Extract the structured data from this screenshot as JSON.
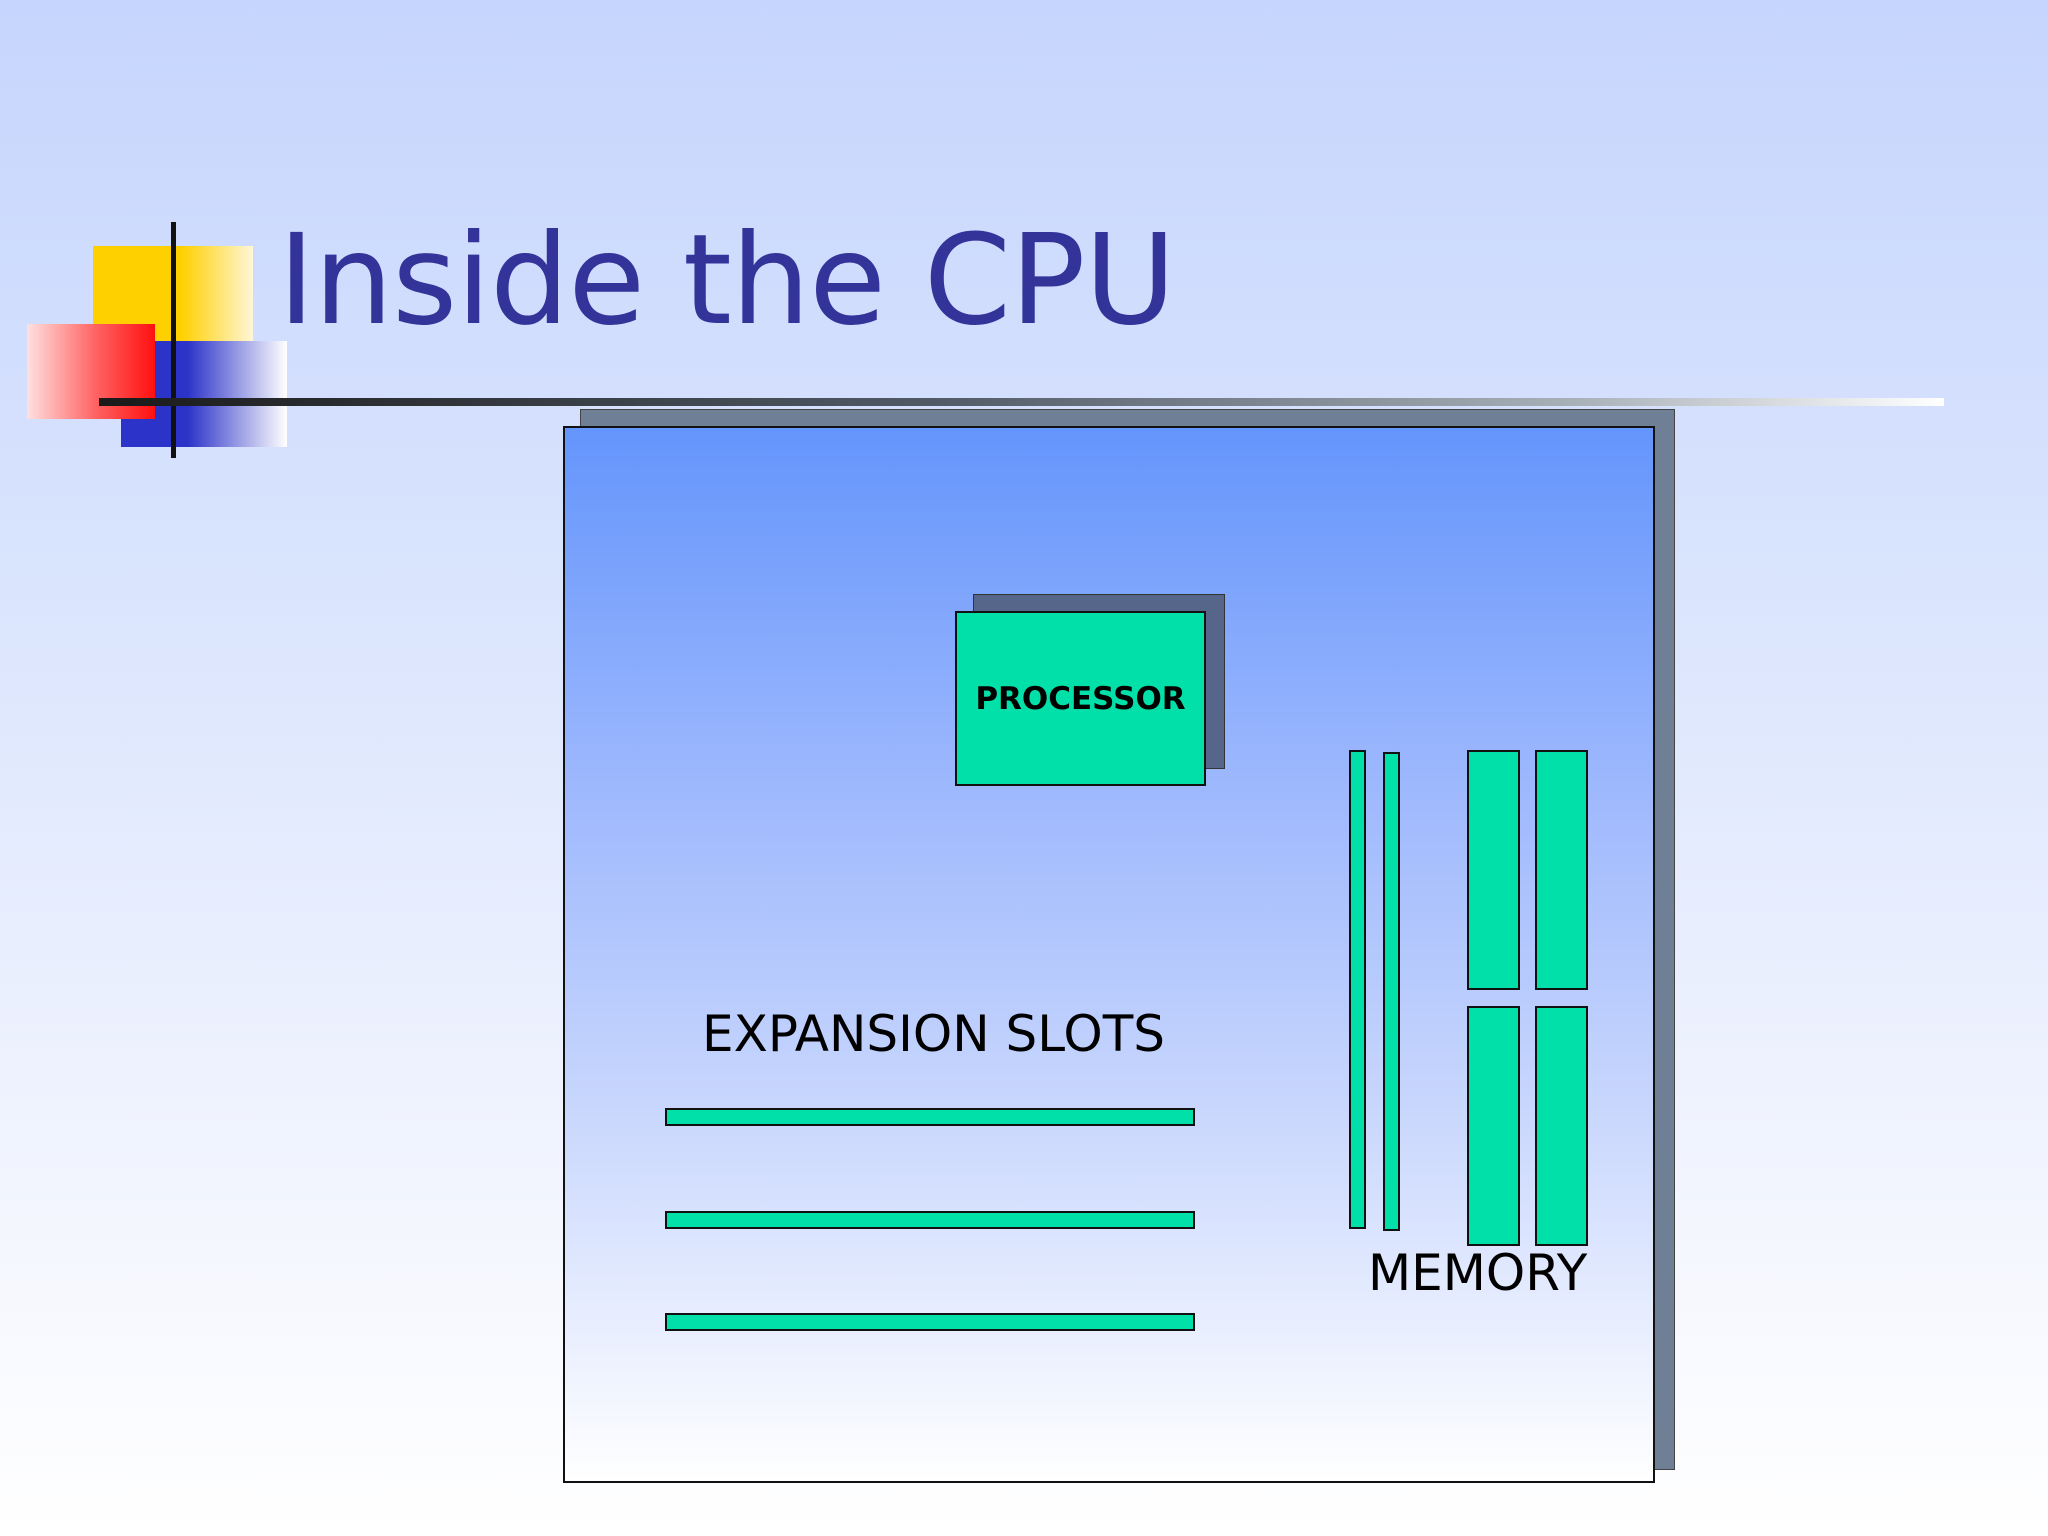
{
  "slide": {
    "title": "Inside the CPU"
  },
  "diagram": {
    "processor_label": "PROCESSOR",
    "expansion_label": "EXPANSION SLOTS",
    "memory_label": "MEMORY",
    "expansion_slot_count": 3,
    "memory_thin_module_count": 2,
    "memory_block_count": 4
  },
  "colors": {
    "title": "#333399",
    "component_fill": "#00e0a8",
    "board_top": "#6495fc",
    "board_bottom": "#ffffff",
    "logo_yellow": "#ffd000",
    "logo_red": "#ff1010",
    "logo_blue": "#2c33c8"
  }
}
